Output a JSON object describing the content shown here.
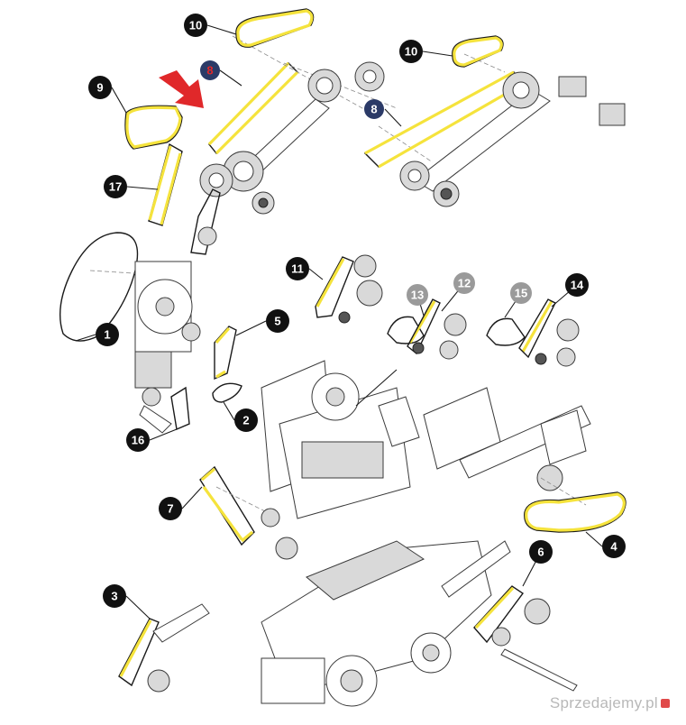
{
  "callouts": [
    {
      "id": "c10a",
      "label": "10"
    },
    {
      "id": "c8a",
      "label": "8"
    },
    {
      "id": "c9",
      "label": "9"
    },
    {
      "id": "c17",
      "label": "17"
    },
    {
      "id": "c10b",
      "label": "10"
    },
    {
      "id": "c8b",
      "label": "8"
    },
    {
      "id": "c11",
      "label": "11"
    },
    {
      "id": "c13",
      "label": "13"
    },
    {
      "id": "c12",
      "label": "12"
    },
    {
      "id": "c15",
      "label": "15"
    },
    {
      "id": "c14",
      "label": "14"
    },
    {
      "id": "c1",
      "label": "1"
    },
    {
      "id": "c5",
      "label": "5"
    },
    {
      "id": "c2",
      "label": "2"
    },
    {
      "id": "c16",
      "label": "16"
    },
    {
      "id": "c7",
      "label": "7"
    },
    {
      "id": "c4",
      "label": "4"
    },
    {
      "id": "c6",
      "label": "6"
    },
    {
      "id": "c3",
      "label": "3"
    }
  ],
  "colors": {
    "belt_highlight": "#f5e33c",
    "belt_outline": "#1a1a1a",
    "badge_dark": "#111111",
    "badge_navy": "#2b3a67",
    "badge_grey": "#9a9a9a",
    "arrow_red": "#e0282a"
  },
  "watermark": {
    "text": "Sprzedajemy",
    "suffix": ".pl"
  }
}
